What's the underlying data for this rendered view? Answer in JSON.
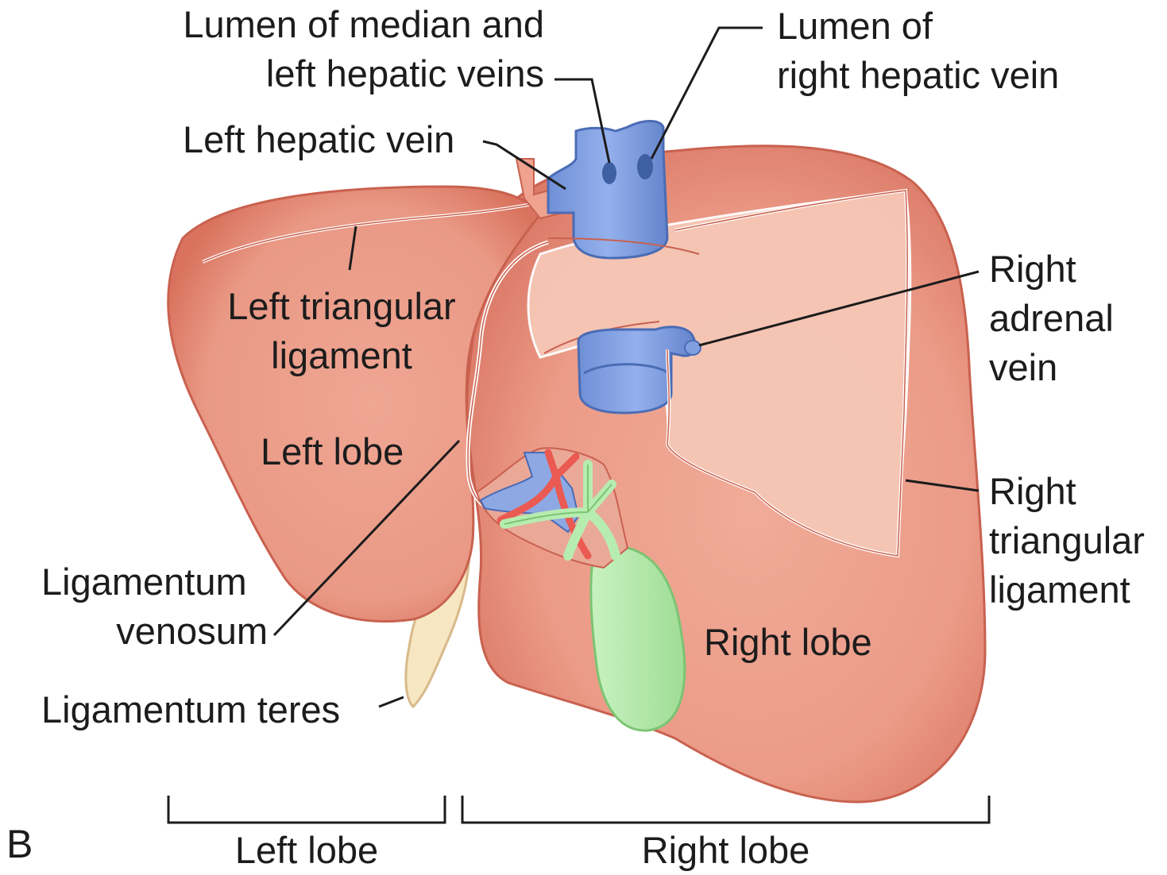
{
  "panel_letter": "B",
  "labels": {
    "lumen_median_left": [
      "Lumen of median and",
      "left hepatic veins"
    ],
    "lumen_right": [
      "Lumen of",
      "right hepatic vein"
    ],
    "left_hepatic_vein": "Left hepatic vein",
    "left_triangular": [
      "Left triangular",
      "ligament"
    ],
    "left_lobe_inner": "Left lobe",
    "right_adrenal": [
      "Right",
      "adrenal",
      "vein"
    ],
    "right_triangular": [
      "Right",
      "triangular",
      "ligament"
    ],
    "lig_venosum": [
      "Ligamentum",
      "venosum"
    ],
    "right_lobe_inner": "Right lobe",
    "lig_teres": "Ligamentum teres",
    "bracket_left": "Left lobe",
    "bracket_right": "Right lobe"
  },
  "colors": {
    "liver_edge": "#d9705f",
    "liver_fill": "#eea28f",
    "bare_area": "#f5c9b8",
    "vein_blue": "#7f9fe0",
    "vein_blue_dark": "#4a6cb5",
    "artery_red": "#ea5a52",
    "bile_green": "#b7ecb0",
    "ligament_cream": "#f6e7c2"
  }
}
